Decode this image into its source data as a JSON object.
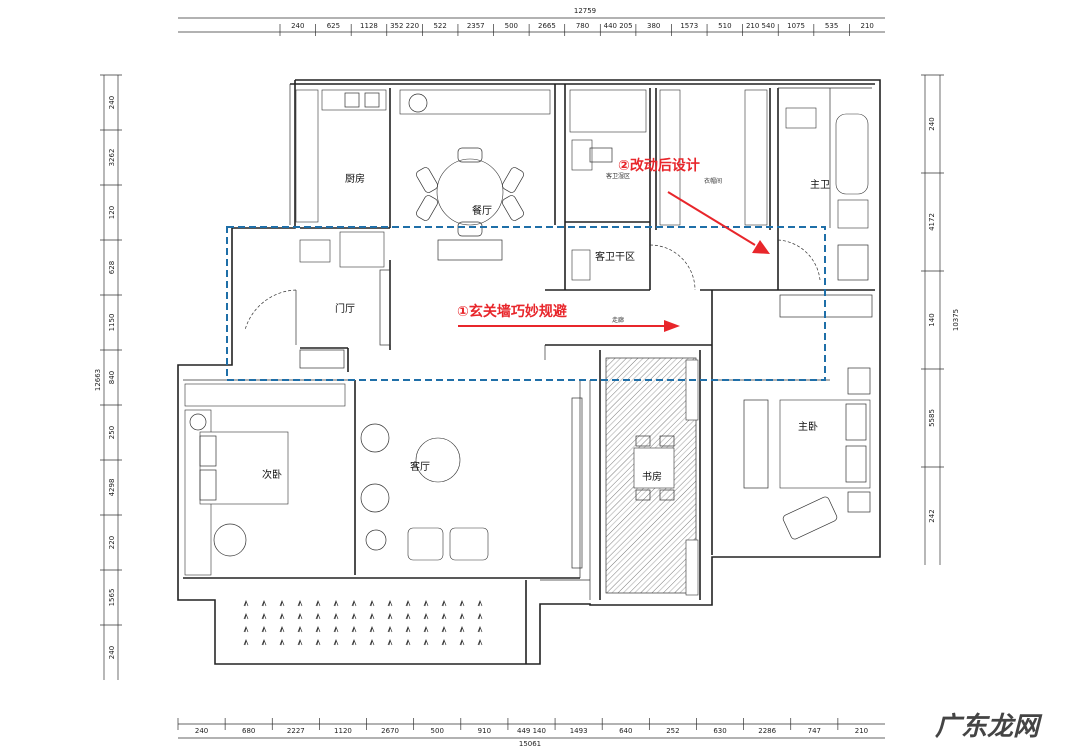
{
  "dimensions": {
    "top_total": "12759",
    "top": [
      "240",
      "625",
      "1128",
      "352 220",
      "522",
      "2357",
      "500",
      "2665",
      "780",
      "440 205",
      "380",
      "1573",
      "510",
      "210 540",
      "1075",
      "535",
      "210"
    ],
    "bottom_total": "15061",
    "bottom": [
      "240",
      "680",
      "2227",
      "1120",
      "2670",
      "500",
      "910",
      "449 140",
      "1493",
      "640",
      "252",
      "630",
      "2286",
      "747",
      "210"
    ],
    "left_total": "12663",
    "left": [
      "240",
      "3262",
      "120",
      "628",
      "1150",
      "840",
      "250",
      "4298",
      "220",
      "1565",
      "240"
    ],
    "right_total": "10375",
    "right": [
      "240",
      "4172",
      "140",
      "5585",
      "242"
    ]
  },
  "rooms": {
    "kitchen": "厨房",
    "dining": "餐厅",
    "guest_bath": "客卫湿区",
    "closet": "衣帽间",
    "master_bath": "主卫",
    "guest_bath_dry": "客卫干区",
    "foyer": "门厅",
    "corridor": "走廊",
    "second_bedroom": "次卧",
    "living": "客厅",
    "study": "书房",
    "master_bedroom": "主卧"
  },
  "annotations": {
    "entry_wall": "①玄关墙巧妙规避",
    "flow_redesign": "②改动后设计"
  },
  "watermark": "广东龙网",
  "colors": {
    "annotation": "#e8262b",
    "highlight": "#1f6fa8"
  }
}
